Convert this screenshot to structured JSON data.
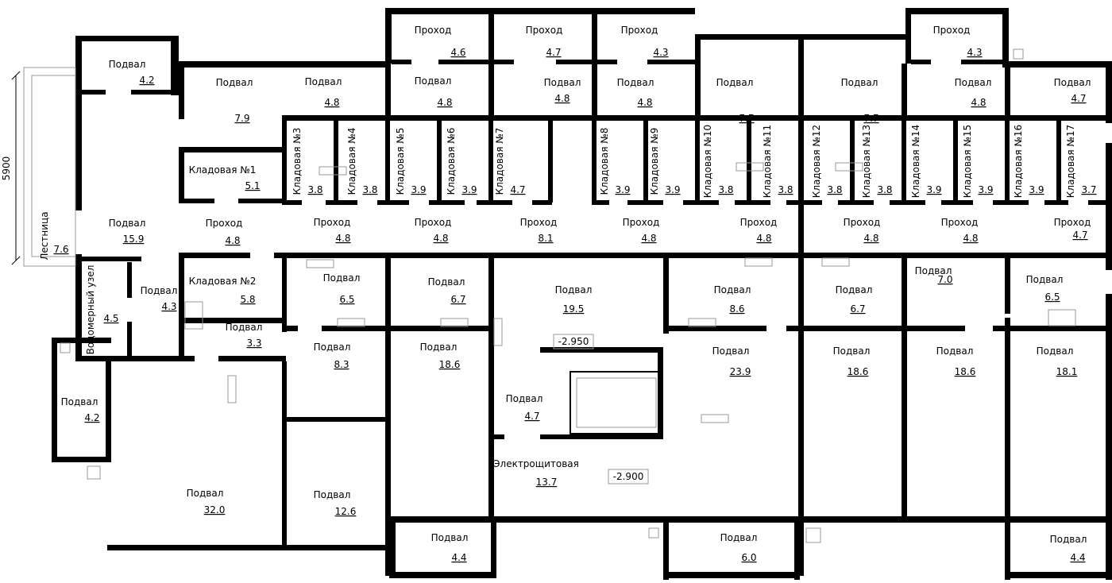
{
  "dimension": "5900",
  "rooms": [
    {
      "name": "Подвал",
      "area": "4.2"
    },
    {
      "name": "Подвал",
      "area": "7.9"
    },
    {
      "name": "Кладовая №1",
      "area": "5.1"
    },
    {
      "name": "Подвал",
      "area": "15.9"
    },
    {
      "name": "Проход",
      "area": "4.8"
    },
    {
      "name": "Лестница",
      "area": "7.6"
    },
    {
      "name": "Водомерный узел",
      "area": "4.5"
    },
    {
      "name": "Подвал",
      "area": "4.3"
    },
    {
      "name": "Кладовая №2",
      "area": "5.8"
    },
    {
      "name": "Подвал",
      "area": "3.3"
    },
    {
      "name": "Подвал",
      "area": "4.2"
    },
    {
      "name": "Подвал",
      "area": "32.0"
    },
    {
      "name": "Подвал",
      "area": "12.6"
    },
    {
      "name": "Подвал",
      "area": "8.3"
    },
    {
      "name": "Подвал",
      "area": "6.5"
    },
    {
      "name": "Подвал",
      "area": "4.8"
    },
    {
      "name": "Проход",
      "area": "4.6"
    },
    {
      "name": "Проход",
      "area": "4.7"
    },
    {
      "name": "Проход",
      "area": "4.3"
    },
    {
      "name": "Проход",
      "area": "4.3"
    },
    {
      "name": "Подвал",
      "area": "4.8"
    },
    {
      "name": "Подвал",
      "area": "4.8"
    },
    {
      "name": "Подвал",
      "area": "4.8"
    },
    {
      "name": "Подвал",
      "area": "7.7"
    },
    {
      "name": "Подвал",
      "area": "7.7"
    },
    {
      "name": "Подвал",
      "area": "4.8"
    },
    {
      "name": "Подвал",
      "area": "4.7"
    },
    {
      "name": "Проход",
      "area": "4.8"
    },
    {
      "name": "Проход",
      "area": "4.8"
    },
    {
      "name": "Проход",
      "area": "8.1"
    },
    {
      "name": "Проход",
      "area": "4.8"
    },
    {
      "name": "Проход",
      "area": "4.8"
    },
    {
      "name": "Проход",
      "area": "4.8"
    },
    {
      "name": "Проход",
      "area": "4.8"
    },
    {
      "name": "Проход",
      "area": "4.7"
    },
    {
      "name": "Подвал",
      "area": "6.7"
    },
    {
      "name": "Подвал",
      "area": "19.5"
    },
    {
      "name": "Подвал",
      "area": "8.6"
    },
    {
      "name": "Подвал",
      "area": "6.7"
    },
    {
      "name": "Подвал",
      "area": "7.0"
    },
    {
      "name": "Подвал",
      "area": "6.5"
    },
    {
      "name": "Подвал",
      "area": "18.6"
    },
    {
      "name": "Подвал",
      "area": "4.7"
    },
    {
      "name": "Электрощитовая",
      "area": "13.7"
    },
    {
      "name": "Подвал",
      "area": "23.9"
    },
    {
      "name": "Подвал",
      "area": "18.6"
    },
    {
      "name": "Подвал",
      "area": "18.6"
    },
    {
      "name": "Подвал",
      "area": "18.1"
    },
    {
      "name": "Подвал",
      "area": "4.4"
    },
    {
      "name": "Подвал",
      "area": "6.0"
    },
    {
      "name": "Подвал",
      "area": "4.4"
    }
  ],
  "storage": [
    {
      "name": "Кладовая №3",
      "area": "3.8"
    },
    {
      "name": "Кладовая №4",
      "area": "3.8"
    },
    {
      "name": "Кладовая №5",
      "area": "3.9"
    },
    {
      "name": "Кладовая №6",
      "area": "3.9"
    },
    {
      "name": "Кладовая №7",
      "area": "4.7"
    },
    {
      "name": "Кладовая №8",
      "area": "3.9"
    },
    {
      "name": "Кладовая №9",
      "area": "3.9"
    },
    {
      "name": "Кладовая №10",
      "area": "3.8"
    },
    {
      "name": "Кладовая №11",
      "area": "3.8"
    },
    {
      "name": "Кладовая №12",
      "area": "3.8"
    },
    {
      "name": "Кладовая №13",
      "area": "3.8"
    },
    {
      "name": "Кладовая №14",
      "area": "3.9"
    },
    {
      "name": "Кладовая №15",
      "area": "3.9"
    },
    {
      "name": "Кладовая №16",
      "area": "3.9"
    },
    {
      "name": "Кладовая №17",
      "area": "3.7"
    }
  ],
  "levels": [
    "-2.950",
    "-2.900"
  ]
}
